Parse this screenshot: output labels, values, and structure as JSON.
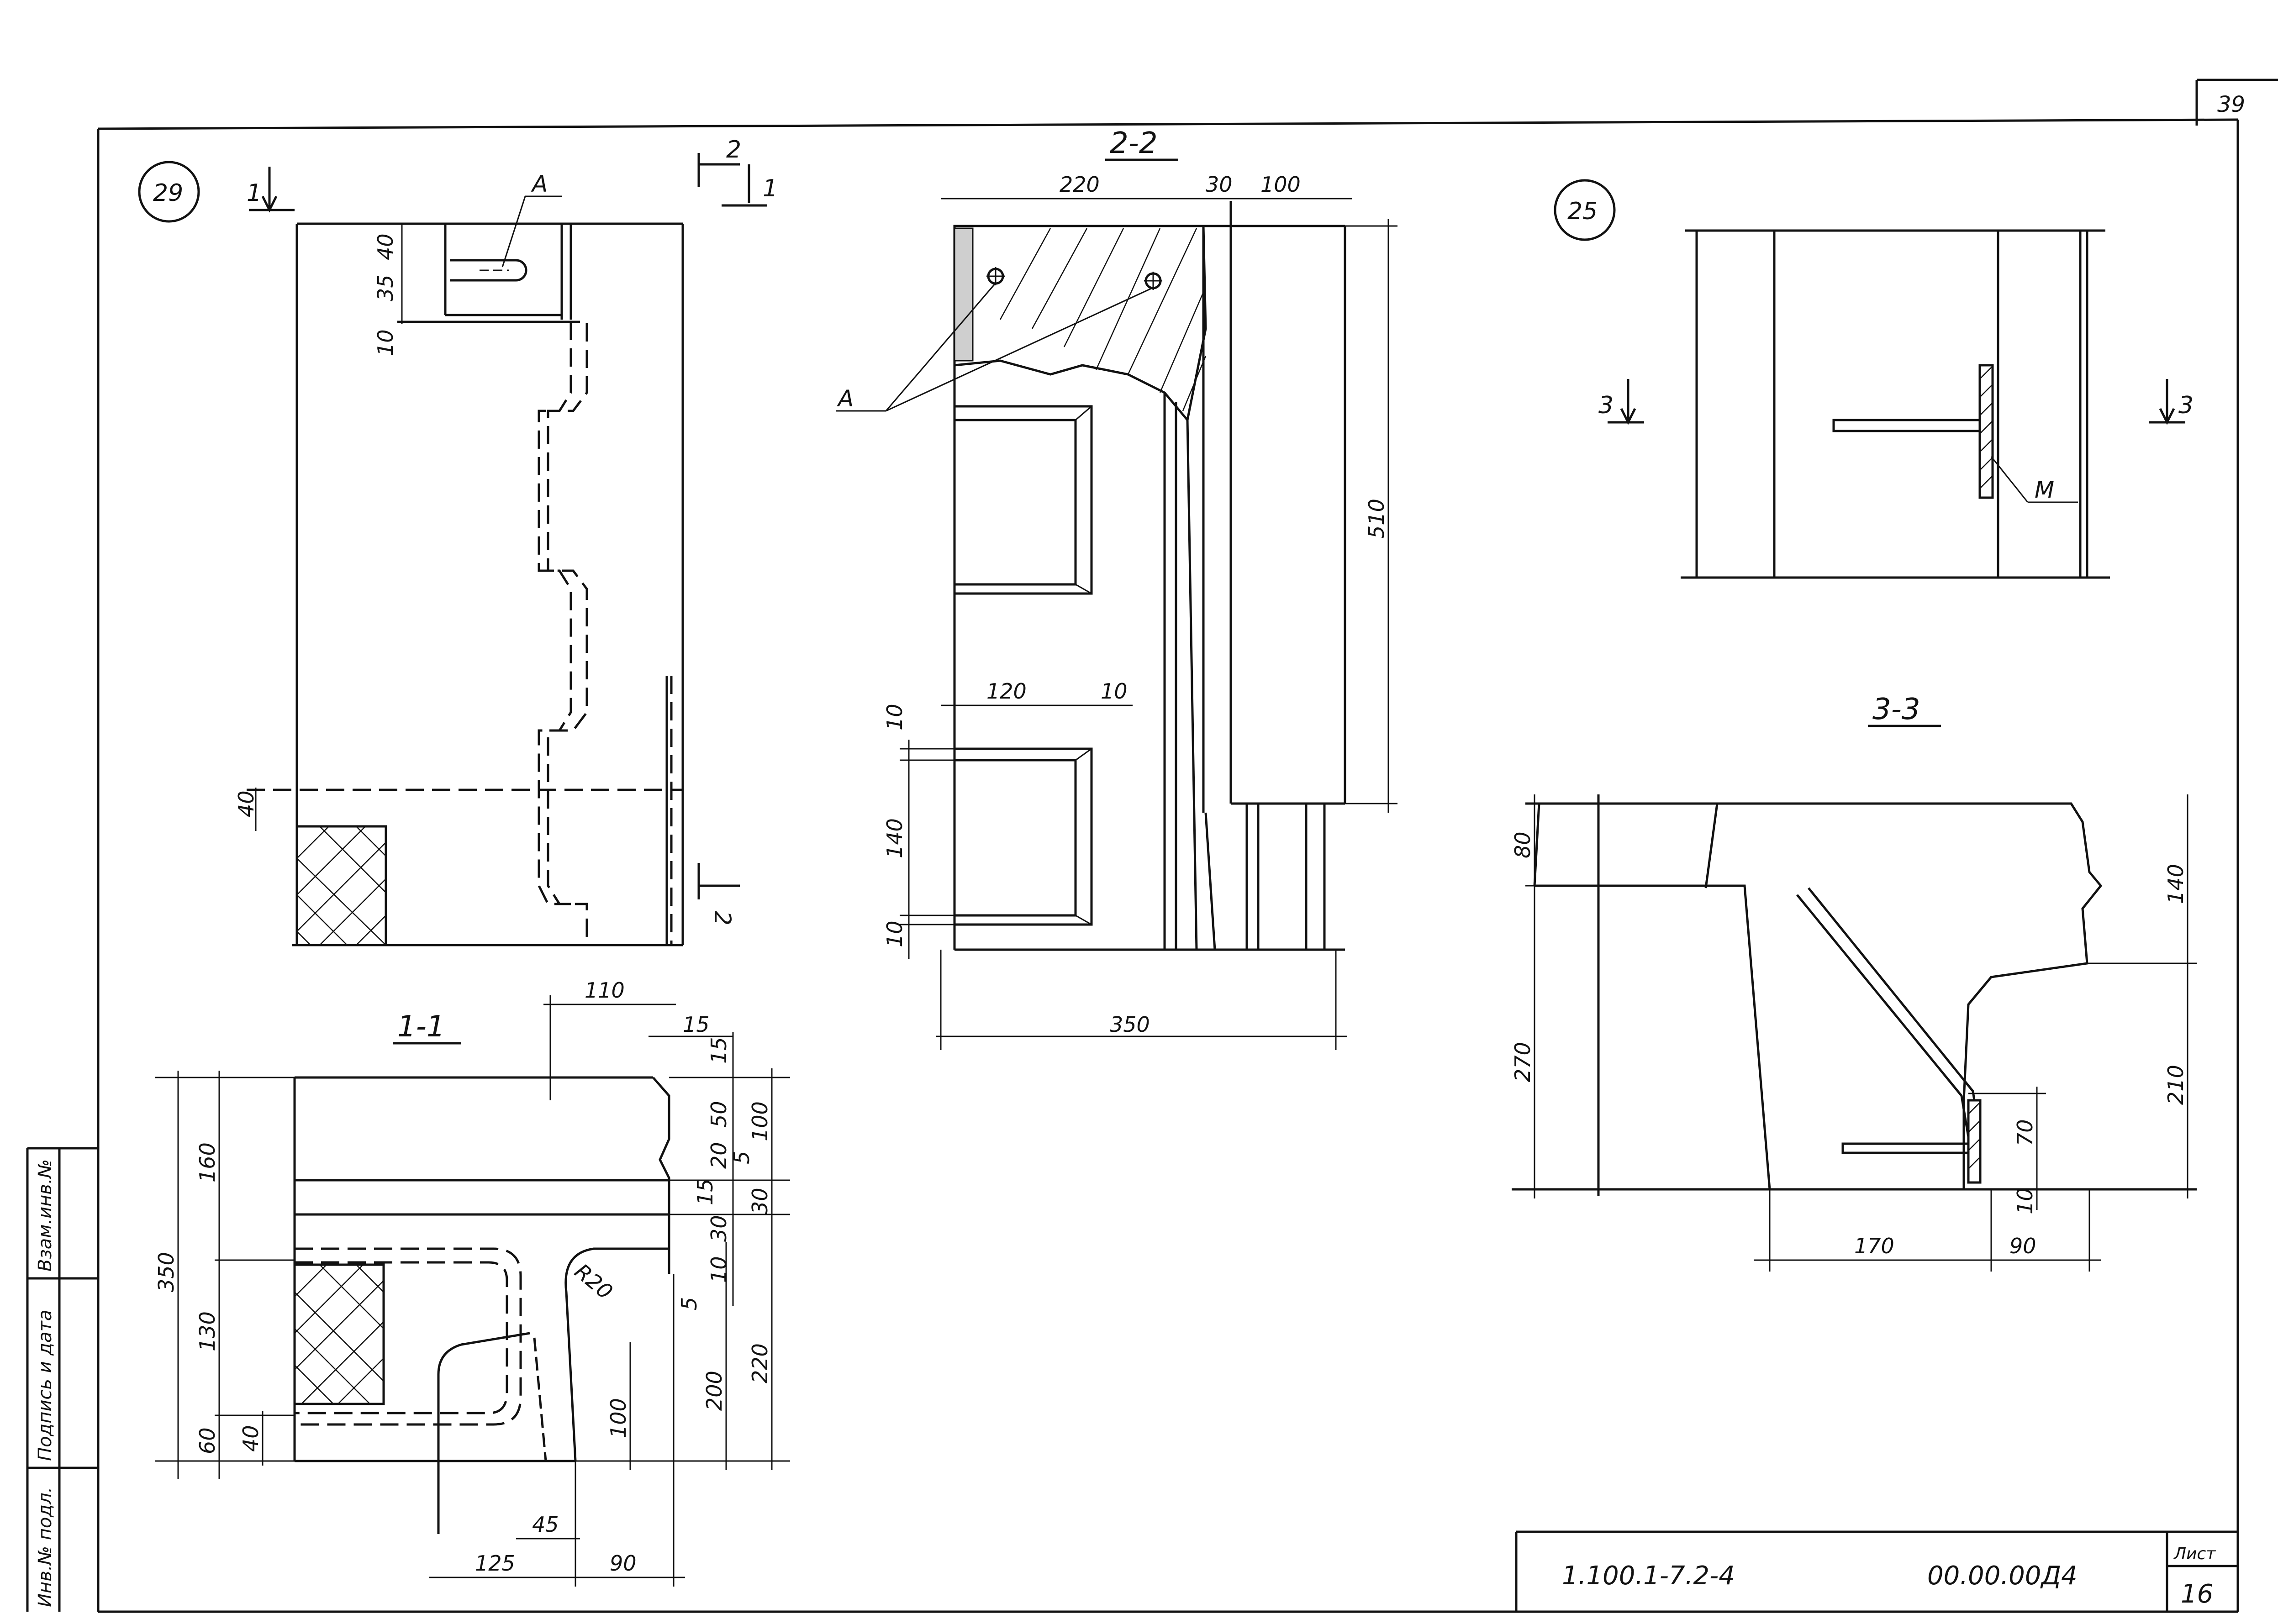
{
  "sheet": {
    "page_number": "39",
    "list_label": "Лист",
    "list_number": "16",
    "doc_series": "1.100.1-7.2-4",
    "doc_code": "00.00.00Д4"
  },
  "side_stamp": {
    "cells": [
      "Инв.№ подл.",
      "Подпись и дата",
      "Взам.инв.№"
    ]
  },
  "node29": {
    "node_number": "29",
    "cut_1": "1",
    "cut_2": "2",
    "mark_A": "А",
    "dims": {
      "d40_top": "40",
      "d35": "35",
      "d10": "10",
      "d40_left": "40"
    }
  },
  "section11": {
    "title": "1-1",
    "dims": {
      "d110": "110",
      "d15a": "15",
      "d15b": "15",
      "d50": "50",
      "d100": "100",
      "d20": "20",
      "d5a": "5",
      "d15c": "15",
      "d30a": "30",
      "d30b": "30",
      "d10": "10",
      "d5b": "5",
      "d160": "160",
      "d350": "350",
      "d130": "130",
      "d60": "60",
      "d40": "40",
      "d100b": "100",
      "d200": "200",
      "d220": "220",
      "d45": "45",
      "d125": "125",
      "d90": "90",
      "r20": "R20"
    }
  },
  "section22": {
    "title": "2-2",
    "mark_A": "А",
    "dims": {
      "d220": "220",
      "d30": "30",
      "d100": "100",
      "d510": "510",
      "d120": "120",
      "d10a": "10",
      "d10b": "10",
      "d140": "140",
      "d10c": "10",
      "d350": "350"
    }
  },
  "node25": {
    "node_number": "25",
    "cut_3": "3",
    "mark_M": "М"
  },
  "section33": {
    "title": "3-3",
    "dims": {
      "d80": "80",
      "d270": "270",
      "d140": "140",
      "d210": "210",
      "d70": "70",
      "d10": "10",
      "d170": "170",
      "d90": "90"
    }
  }
}
